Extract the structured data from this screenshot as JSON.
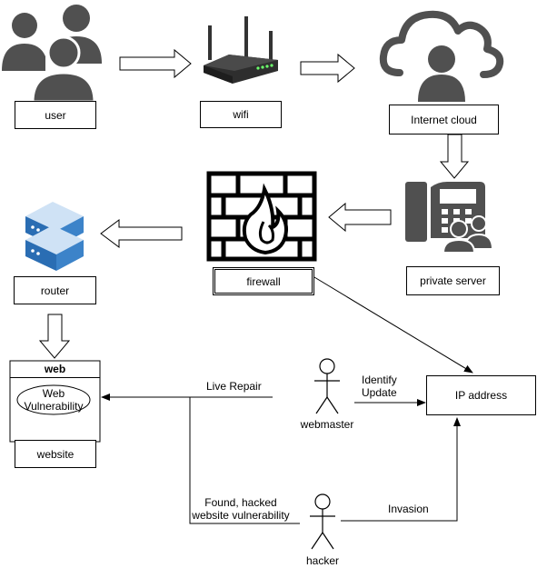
{
  "nodes": {
    "user": "user",
    "wifi": "wifi",
    "internet_cloud": "Internet cloud",
    "private_server": "private server",
    "firewall": "firewall",
    "router": "router",
    "web_container_title": "web",
    "web_vulnerability_line1": "Web",
    "web_vulnerability_line2": "Vulnerability",
    "website": "website",
    "ip_address": "IP address",
    "webmaster": "webmaster",
    "hacker": "hacker"
  },
  "edge_labels": {
    "live_repair": "Live Repair",
    "identify_line1": "Identify",
    "identify_line2": "Update",
    "found_line1": "Found, hacked",
    "found_line2": "website vulnerability",
    "invasion": "Invasion"
  },
  "icons": {
    "users": "users-group-icon",
    "router_device": "wifi-router-icon",
    "cloud": "cloud-user-icon",
    "server": "private-server-icon",
    "firewall": "firewall-icon",
    "server_stack": "server-stack-icon",
    "actor": "stick-figure-icon"
  },
  "colors": {
    "icon_gray": "#505050",
    "server_blue": "#3c83c9",
    "server_light_blue": "#cfe2f5"
  }
}
